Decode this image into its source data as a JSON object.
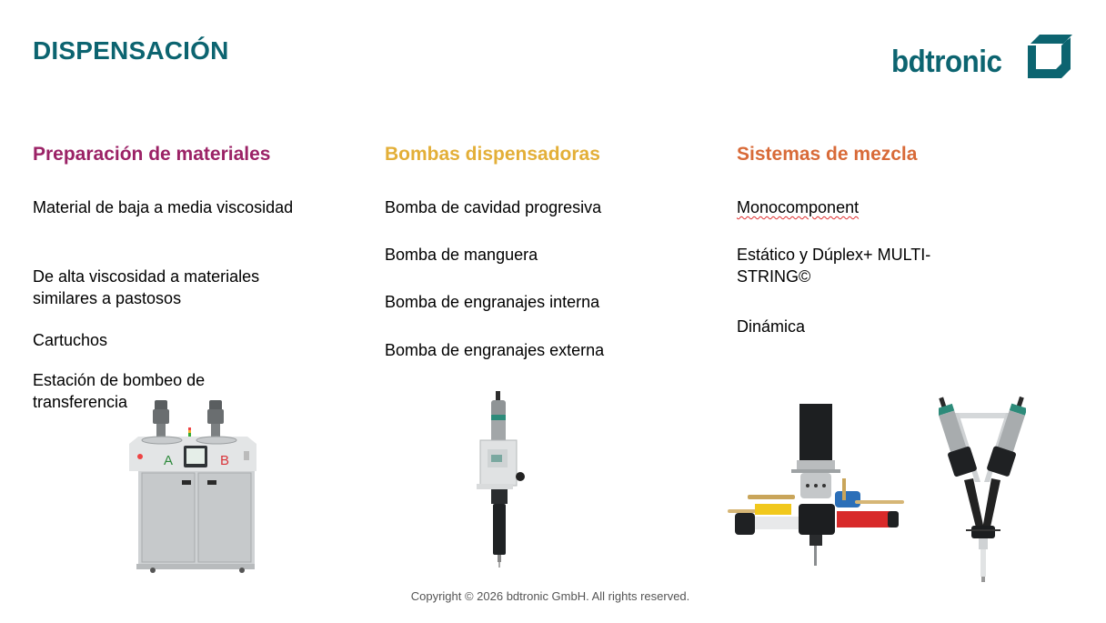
{
  "header": {
    "title": "DISPENSACIÓN",
    "logo_text": "bdtronic",
    "logo_mark_icon": "bdtronic-d-cube-icon",
    "brand_color": "#0c6470"
  },
  "columns": [
    {
      "heading": "Preparación de materiales",
      "heading_color": "#9b2266",
      "items": [
        "Material de baja a media viscosidad",
        "De alta viscosidad a materiales similares a pastosos",
        "Cartuchos",
        "Estación de bombeo de transferencia"
      ],
      "image": "material-preparation-station-A-B-image"
    },
    {
      "heading": "Bombas dispensadoras",
      "heading_color": "#e3af38",
      "items": [
        "Bomba de cavidad progresiva",
        "Bomba de manguera",
        "Bomba de engranajes interna",
        "Bomba de engranajes externa"
      ],
      "image": "dispensing-pump-image"
    },
    {
      "heading": "Sistemas de mezcla",
      "heading_color": "#d86a38",
      "items": [
        "Monocomponent",
        "Estático y Dúplex+ MULTI-STRING©",
        "Dinámica"
      ],
      "images": [
        "dynamic-mixing-head-image",
        "static-duplex-mixing-system-image"
      ]
    }
  ],
  "station_labels": {
    "a": "A",
    "b": "B"
  },
  "footer": {
    "copyright": "Copyright © 2026 bdtronic GmbH. All rights reserved."
  }
}
